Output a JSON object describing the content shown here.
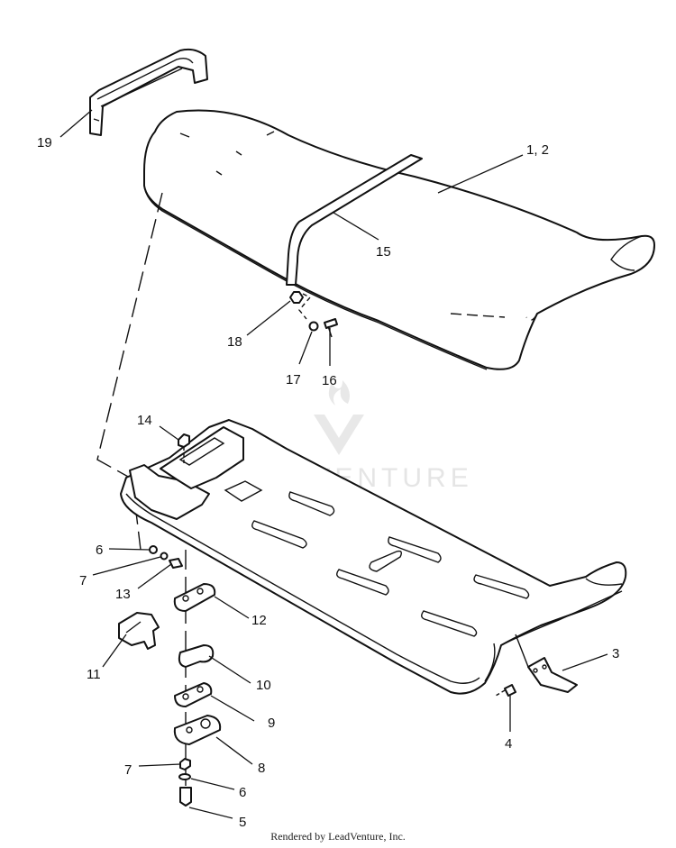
{
  "diagram": {
    "callouts": [
      {
        "id": "19",
        "label": "19"
      },
      {
        "id": "1-2",
        "label": "1, 2"
      },
      {
        "id": "15",
        "label": "15"
      },
      {
        "id": "18",
        "label": "18"
      },
      {
        "id": "17",
        "label": "17"
      },
      {
        "id": "16",
        "label": "16"
      },
      {
        "id": "14",
        "label": "14"
      },
      {
        "id": "6a",
        "label": "6"
      },
      {
        "id": "7a",
        "label": "7"
      },
      {
        "id": "13",
        "label": "13"
      },
      {
        "id": "12",
        "label": "12"
      },
      {
        "id": "11",
        "label": "11"
      },
      {
        "id": "10",
        "label": "10"
      },
      {
        "id": "9",
        "label": "9"
      },
      {
        "id": "8",
        "label": "8"
      },
      {
        "id": "7b",
        "label": "7"
      },
      {
        "id": "6b",
        "label": "6"
      },
      {
        "id": "5",
        "label": "5"
      },
      {
        "id": "3",
        "label": "3"
      },
      {
        "id": "4",
        "label": "4"
      }
    ]
  },
  "watermark": {
    "text": "LEADVENTURE"
  },
  "footer": {
    "text": "Rendered by LeadVenture, Inc."
  }
}
